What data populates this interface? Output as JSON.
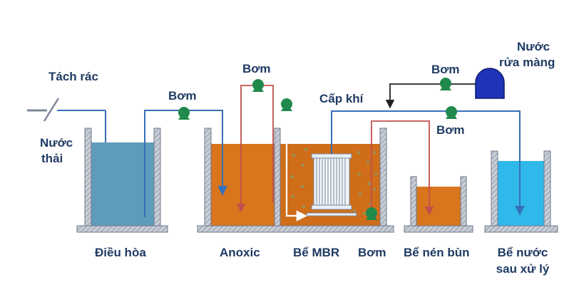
{
  "labels": {
    "screening": "Tách rác",
    "wastewater_line1": "Nước",
    "wastewater_line2": "thải",
    "equalization": "Điều hòa",
    "anoxic": "Anoxic",
    "mbr_tank": "Bể MBR",
    "pump_bottom": "Bơm",
    "sludge_thickener": "Bể nén bùn",
    "treated_line1": "Bể nước",
    "treated_line2": "sau xử lý",
    "pump_1": "Bơm",
    "pump_2": "Bơm",
    "pump_3": "Bơm",
    "pump_4": "Bơm",
    "air_supply": "Cấp khí",
    "membrane_wash_line1": "Nước",
    "membrane_wash_line2": "rửa màng"
  },
  "colors": {
    "label_text": "#1f3b63",
    "tank_wall": "#8792a6",
    "equalization_water": "#5f9cba",
    "anoxic_water": "#d9751c",
    "mbr_water": "#cf6d18",
    "thickener_water": "#d9751c",
    "treated_water": "#2fb8ea",
    "pipe_blue": "#3670b8",
    "pipe_black": "#222222",
    "pipe_red": "#c0504d",
    "pump_green": "#1f8a4c",
    "wash_tank": "#1f34b8"
  }
}
